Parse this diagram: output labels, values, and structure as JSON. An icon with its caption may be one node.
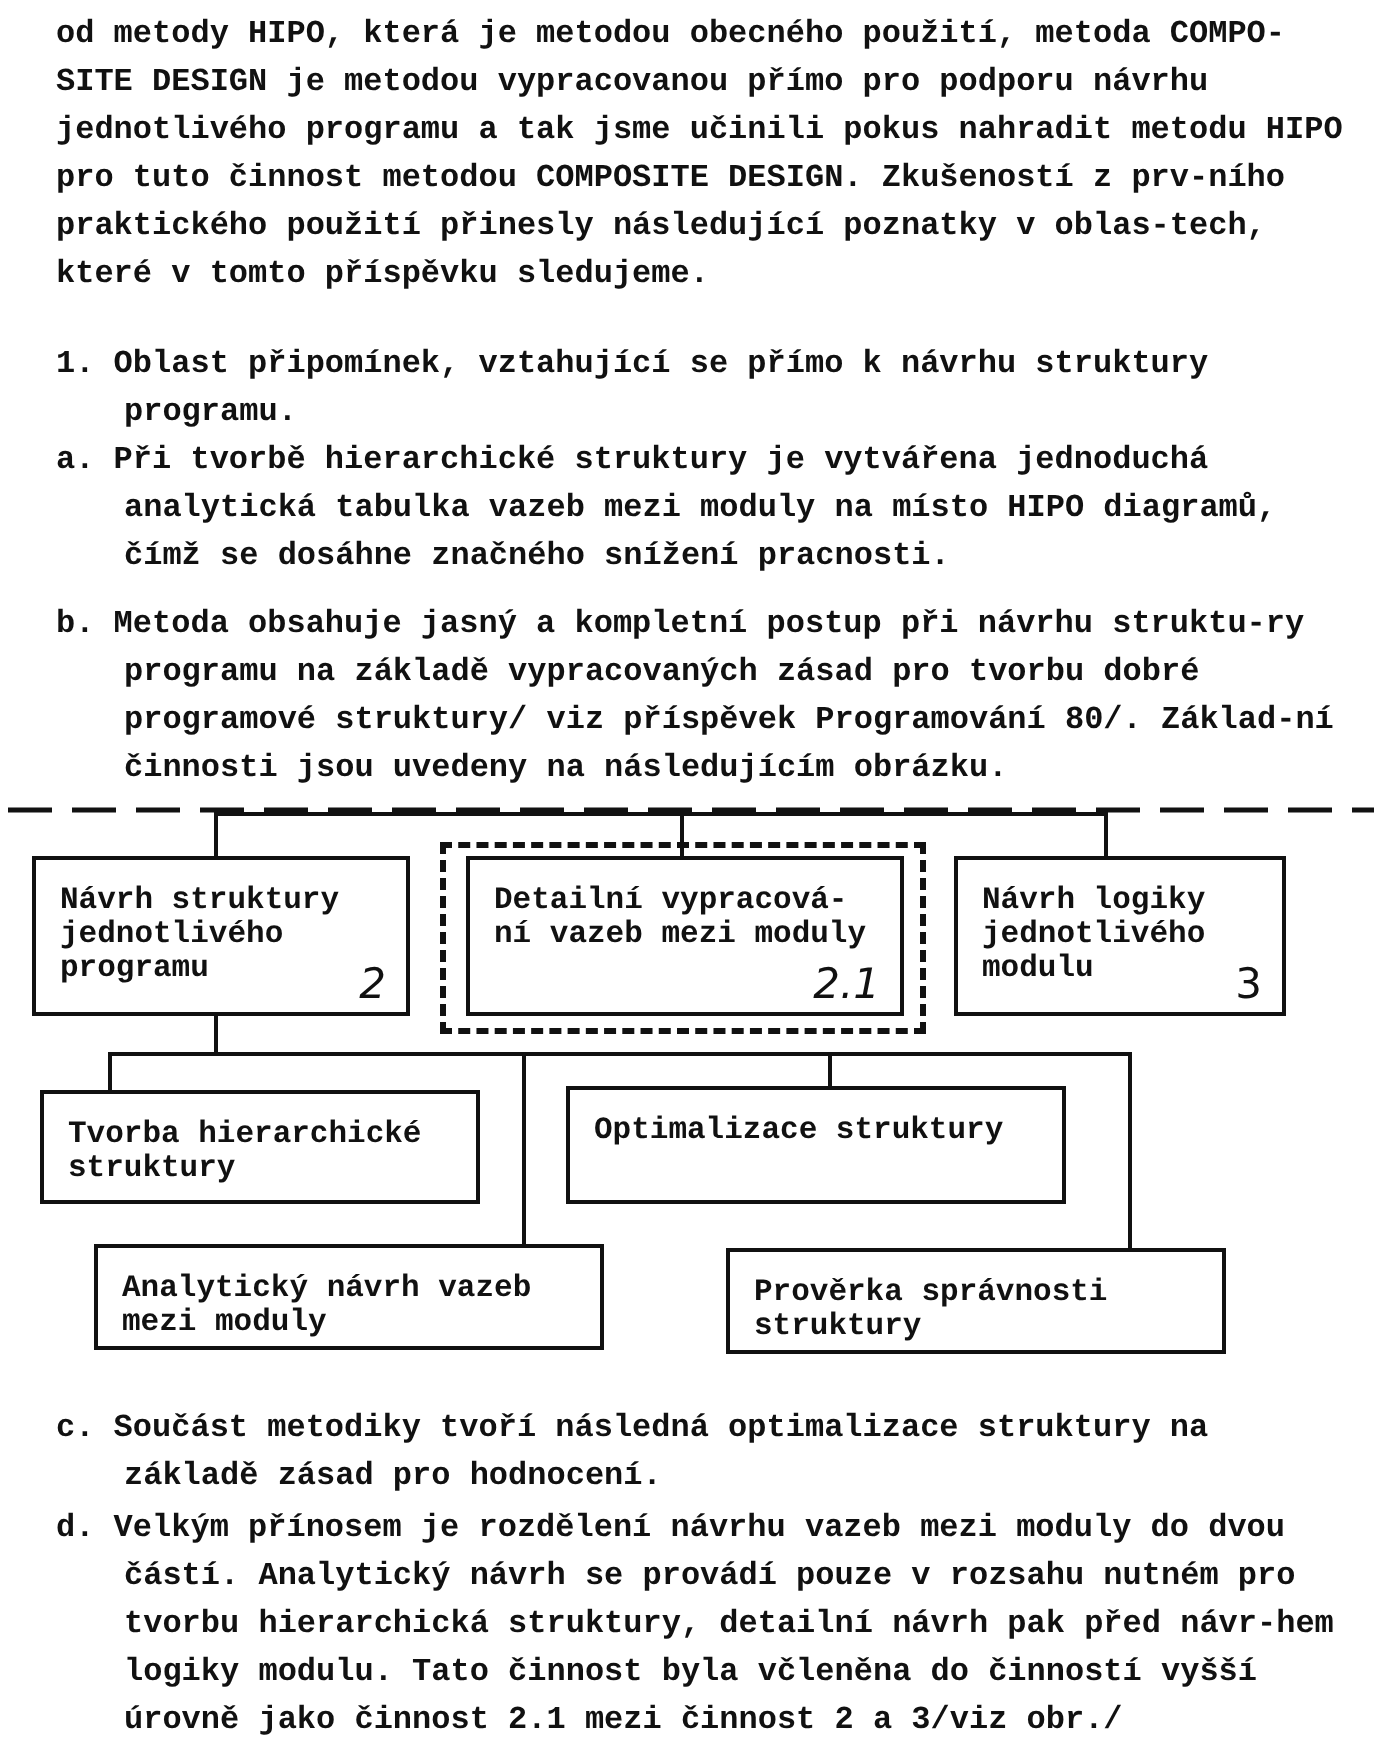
{
  "diagram": {
    "nodes": [
      {
        "text": [
          "Návrh struktury jednotlivého programu",
          "2"
        ]
      },
      {
        "text": [],
        "shape": "box"
      },
      {
        "text": [
          "Detailní vypracová-ní vazeb mezi moduly",
          "2.1"
        ],
        "in": 1
      },
      {
        "text": [
          "Návrh logiky jednotlivého modulu",
          "3"
        ]
      },
      {
        "text": [
          "Tvorba hierarchické struktury"
        ]
      },
      {
        "text": [
          "Optimalizace struktury"
        ]
      },
      {
        "text": [
          "Analytický návrh vazeb mezi moduly"
        ]
      },
      {
        "text": [
          "Prověrka správnosti struktury"
        ]
      }
    ],
    "edges": [
      {
        "from": null,
        "to": 0,
        "arrow": "none"
      },
      {
        "from": null,
        "to": 2,
        "arrow": "none"
      },
      {
        "from": null,
        "to": 3,
        "arrow": "none"
      },
      {
        "from": 0,
        "to": 4,
        "arrow": "none"
      },
      {
        "from": 0,
        "to": 6,
        "arrow": "none"
      },
      {
        "from": 0,
        "to": 5,
        "arrow": "none"
      },
      {
        "from": 0,
        "to": 7,
        "arrow": "none"
      }
    ],
    "labels": [
      "od metody HIPO, která je metodou obecného použití, metoda COMPO-SITE DESIGN je metodou vypracovanou přímo pro podporu návrhu jednotlivého programu a tak jsme učinili pokus nahradit metodu HIPO pro tuto činnost metodou COMPOSITE DESIGN. Zkušeností z prv-ního praktického použití přinesly následující poznatky v oblas-tech, které v tomto příspěvku sledujeme.",
      "1. Oblast připomínek, vztahující se přímo k návrhu struktury programu.",
      "a. Při tvorbě hierarchické struktury je vytvářena jednoduchá analytická tabulka vazeb mezi moduly na místo HIPO diagramů, čímž se dosáhne značného snížení pracnosti.",
      "b. Metoda obsahuje jasný a kompletní postup při návrhu struktu-ry programu na základě vypracovaných zásad pro tvorbu dobré programové struktury/ viz příspěvek Programování 80/. Základ-ní činnosti jsou uvedeny na následujícím obrázku.",
      "c. Součást metodiky tvoří následná optimalizace struktury na základě zásad pro hodnocení.",
      "d. Velkým přínosem je rozdělení návrhu vazeb mezi moduly do dvou částí. Analytický návrh se provádí pouze v rozsahu nutném pro tvorbu hierarchická struktury, detailní návrh pak před návr-hem logiky modulu. Tato činnost byla včleněna do činností vyšší úrovně jako činnost 2.1 mezi činnost 2 a 3/viz obr./"
    ]
  }
}
